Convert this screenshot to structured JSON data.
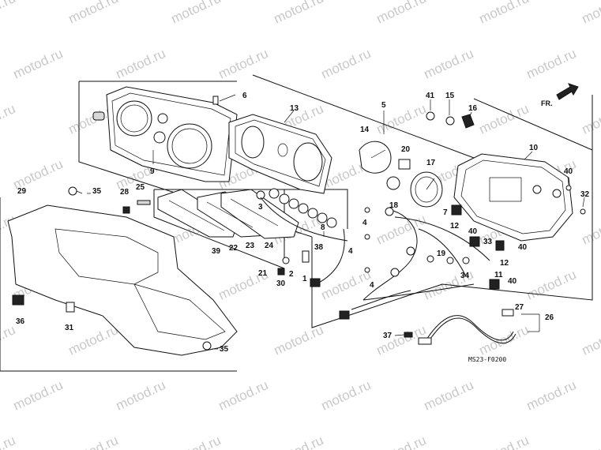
{
  "diagram": {
    "code": "MS23-F0200",
    "direction_label": "FR.",
    "watermark": "motod.ru",
    "part_numbers": [
      "1",
      "2",
      "3",
      "4",
      "4",
      "4",
      "5",
      "6",
      "7",
      "8",
      "9",
      "10",
      "11",
      "12",
      "12",
      "13",
      "14",
      "15",
      "16",
      "17",
      "18",
      "19",
      "20",
      "21",
      "22",
      "23",
      "24",
      "25",
      "26",
      "27",
      "28",
      "29",
      "30",
      "31",
      "32",
      "33",
      "34",
      "35",
      "35",
      "36",
      "37",
      "38",
      "39",
      "40",
      "40",
      "40",
      "40",
      "41"
    ]
  }
}
